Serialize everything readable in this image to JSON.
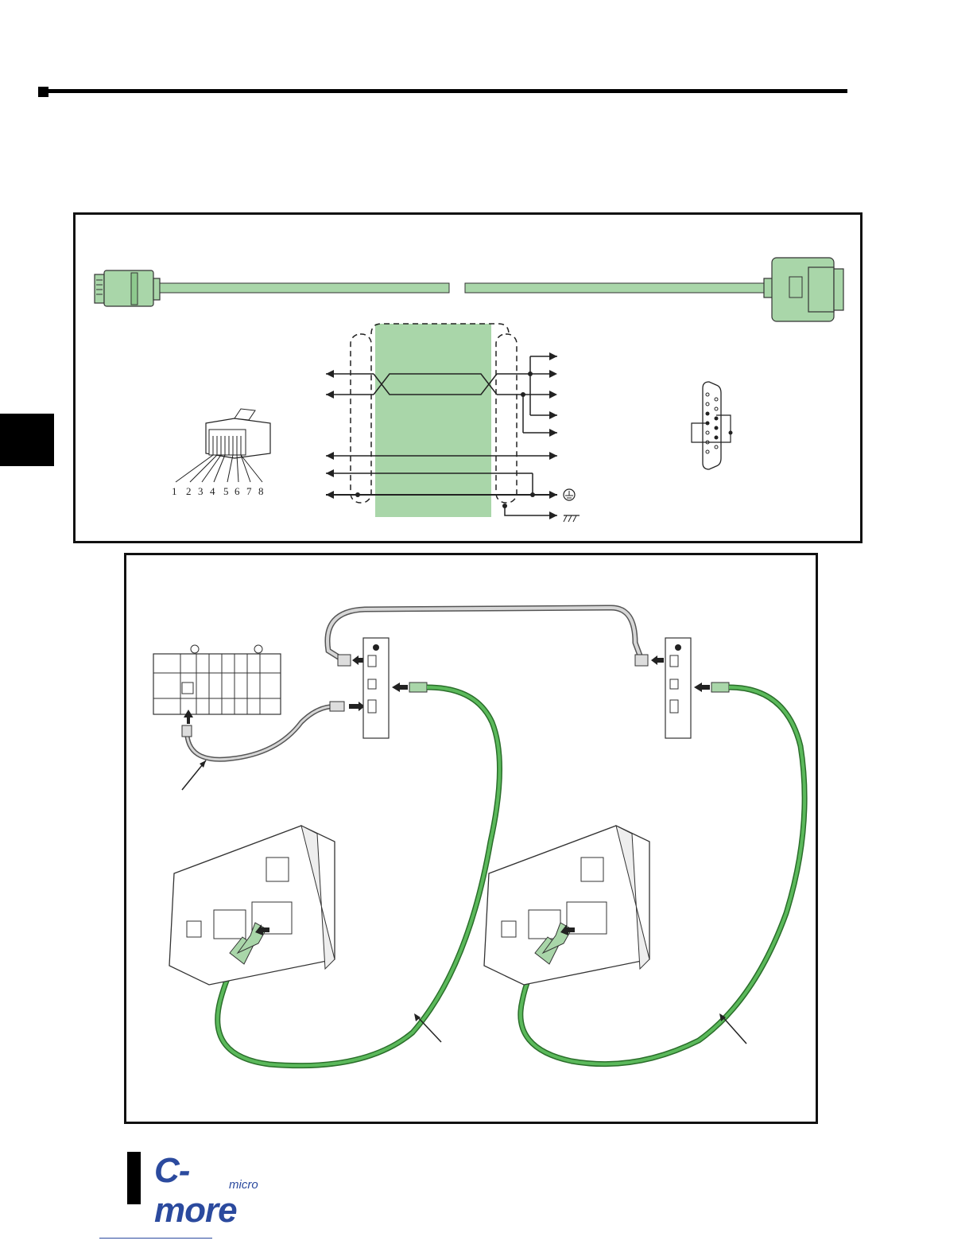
{
  "logo": {
    "brand": "C-more",
    "sub": "micro"
  },
  "pinout": {
    "rj45_pins": [
      "1",
      "2",
      "3",
      "4",
      "5",
      "6",
      "7",
      "8"
    ]
  },
  "colors": {
    "cable_green": "#a9d6a9",
    "cable_green_dark": "#5bb95b",
    "cable_gray": "#d6d6d6",
    "logo_blue": "#2b4a9e"
  }
}
